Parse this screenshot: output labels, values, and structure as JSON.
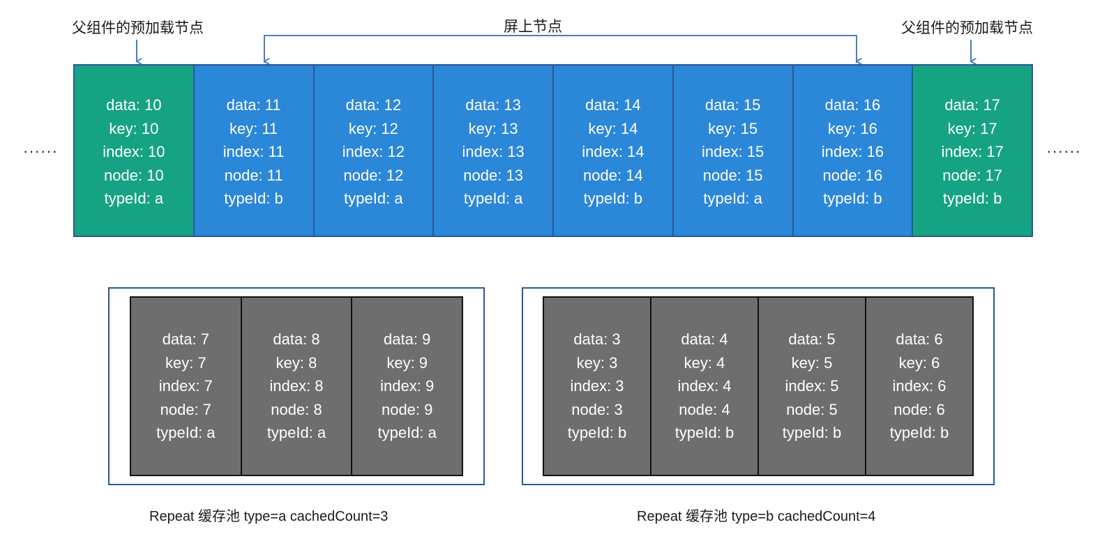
{
  "annotations": {
    "left_preload_label": "父组件的预加载节点",
    "onscreen_label": "屏上节点",
    "right_preload_label": "父组件的预加载节点",
    "ellipsis_left": "······",
    "ellipsis_right": "······"
  },
  "colors": {
    "preload_green": "#16a383",
    "onscreen_blue": "#2b87d8",
    "cell_border_blue": "#2b5797",
    "pool_gray": "#6e6e6e",
    "pool_cell_border": "#111111",
    "arrow_blue": "#4a7ebb",
    "text_white": "#ffffff",
    "text_dark": "#1a1a1a"
  },
  "field_labels": {
    "data": "data",
    "key": "key",
    "index": "index",
    "node": "node",
    "typeId": "typeId"
  },
  "node_strip": {
    "cells": [
      {
        "kind": "preload",
        "data": "data: 10",
        "key": "key: 10",
        "index": "index: 10",
        "node": "node: 10",
        "typeId": "typeId: a"
      },
      {
        "kind": "onscreen",
        "data": "data: 11",
        "key": "key: 11",
        "index": "index: 11",
        "node": "node: 11",
        "typeId": "typeId: b"
      },
      {
        "kind": "onscreen",
        "data": "data: 12",
        "key": "key: 12",
        "index": "index: 12",
        "node": "node: 12",
        "typeId": "typeId: a"
      },
      {
        "kind": "onscreen",
        "data": "data: 13",
        "key": "key: 13",
        "index": "index: 13",
        "node": "node: 13",
        "typeId": "typeId: a"
      },
      {
        "kind": "onscreen",
        "data": "data: 14",
        "key": "key: 14",
        "index": "index: 14",
        "node": "node: 14",
        "typeId": "typeId: b"
      },
      {
        "kind": "onscreen",
        "data": "data: 15",
        "key": "key: 15",
        "index": "index: 15",
        "node": "node: 15",
        "typeId": "typeId: a"
      },
      {
        "kind": "onscreen",
        "data": "data: 16",
        "key": "key: 16",
        "index": "index: 16",
        "node": "node: 16",
        "typeId": "typeId: b"
      },
      {
        "kind": "preload",
        "data": "data: 17",
        "key": "key: 17",
        "index": "index: 17",
        "node": "node: 17",
        "typeId": "typeId: b"
      }
    ]
  },
  "pools": [
    {
      "id": "pool-a",
      "caption": "Repeat 缓存池 type=a  cachedCount=3",
      "type": "a",
      "cachedCount": 3,
      "cells": [
        {
          "data": "data: 7",
          "key": "key: 7",
          "index": "index: 7",
          "node": "node: 7",
          "typeId": "typeId: a"
        },
        {
          "data": "data: 8",
          "key": "key: 8",
          "index": "index: 8",
          "node": "node: 8",
          "typeId": "typeId: a"
        },
        {
          "data": "data: 9",
          "key": "key: 9",
          "index": "index: 9",
          "node": "node: 9",
          "typeId": "typeId: a"
        }
      ]
    },
    {
      "id": "pool-b",
      "caption": "Repeat 缓存池 type=b  cachedCount=4",
      "type": "b",
      "cachedCount": 4,
      "cells": [
        {
          "data": "data: 3",
          "key": "key: 3",
          "index": "index: 3",
          "node": "node: 3",
          "typeId": "typeId: b"
        },
        {
          "data": "data: 4",
          "key": "key: 4",
          "index": "index: 4",
          "node": "node: 4",
          "typeId": "typeId: b"
        },
        {
          "data": "data: 5",
          "key": "key: 5",
          "index": "index: 5",
          "node": "node: 5",
          "typeId": "typeId: b"
        },
        {
          "data": "data: 6",
          "key": "key: 6",
          "index": "index: 6",
          "node": "node: 6",
          "typeId": "typeId: b"
        }
      ]
    }
  ]
}
